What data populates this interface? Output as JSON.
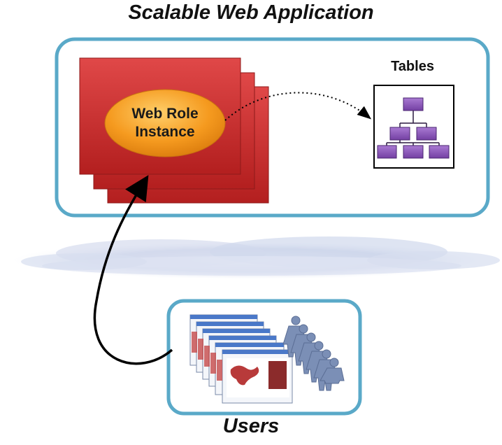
{
  "title": "Scalable Web Application",
  "web_role": {
    "line1": "Web Role",
    "line2": "Instance"
  },
  "tables_label": "Tables",
  "users_label": "Users",
  "colors": {
    "frame_border": "#5aa9c8",
    "role_red": "#c52b2b",
    "role_ellipse": "#f39a1e",
    "tables_node": "#8b55b8",
    "user_figure": "#7b8fb6",
    "cloud": "#c9d2e8"
  }
}
